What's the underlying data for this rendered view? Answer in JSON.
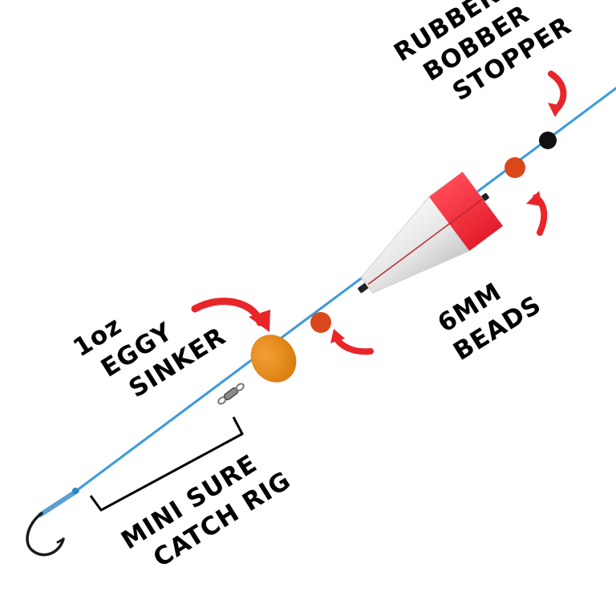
{
  "labels": {
    "stopper": [
      "RUBBER",
      "BOBBER",
      "STOPPER"
    ],
    "beads": [
      "6MM",
      "BEADS"
    ],
    "sinker": [
      "1oz",
      "EGGY",
      "SINKER"
    ],
    "rig": [
      "MINI SURE",
      "CATCH RIG"
    ]
  },
  "colors": {
    "line": "#3a9ad9",
    "arrow": "#e8262a",
    "bead": "#d9471c",
    "sinker": "#e3860f",
    "stopper": "#111111",
    "bobber_body": "#ececec",
    "bobber_band": "#ff2b3b",
    "text": "#000000"
  }
}
